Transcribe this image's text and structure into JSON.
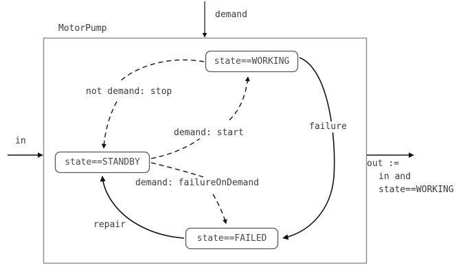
{
  "diagram": {
    "title": "MotorPump",
    "component_label": "MotorPump",
    "inputs": [
      {
        "name": "demand-input",
        "label": "demand"
      },
      {
        "name": "in-input",
        "label": "in"
      }
    ],
    "output": {
      "name": "out-output",
      "line1": "out :=",
      "line2": "in and",
      "line3": "state==WORKING"
    },
    "states": [
      {
        "id": "working",
        "label": "state==WORKING"
      },
      {
        "id": "standby",
        "label": "state==STANDBY"
      },
      {
        "id": "failed",
        "label": "state==FAILED"
      }
    ],
    "transitions": [
      {
        "id": "stop",
        "label": "not demand: stop",
        "from": "working",
        "to": "standby",
        "style": "dashed"
      },
      {
        "id": "start",
        "label": "demand: start",
        "from": "standby",
        "to": "working",
        "style": "dashed"
      },
      {
        "id": "failure-on-demand",
        "label": "demand: failureOnDemand",
        "from": "standby",
        "to": "failed",
        "style": "dashed"
      },
      {
        "id": "failure",
        "label": "failure",
        "from": "working",
        "to": "failed",
        "style": "solid"
      },
      {
        "id": "repair",
        "label": "repair",
        "from": "failed",
        "to": "standby",
        "style": "solid"
      }
    ],
    "colors": {
      "stroke": "#111111",
      "box_border": "#8a8a8a",
      "state_border": "#555555",
      "text": "#3a3a3a",
      "background": "#ffffff"
    }
  }
}
